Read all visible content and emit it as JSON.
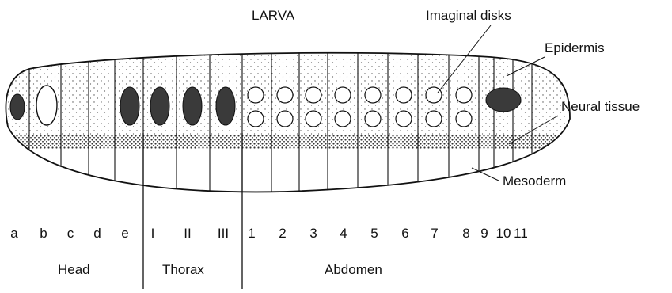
{
  "title": "LARVA",
  "labels": {
    "imaginal_disks": "Imaginal disks",
    "epidermis": "Epidermis",
    "neural_tissue": "Neural tissue",
    "mesoderm": "Mesoderm"
  },
  "segments": [
    "a",
    "b",
    "c",
    "d",
    "e",
    "I",
    "II",
    "III",
    "1",
    "2",
    "3",
    "4",
    "5",
    "6",
    "7",
    "8",
    "9",
    "10",
    "11"
  ],
  "regions": {
    "head": "Head",
    "thorax": "Thorax",
    "abdomen": "Abdomen"
  },
  "colors": {
    "stroke": "#111111",
    "disk_fill": "#3a3a3a",
    "stipple": "#555555"
  }
}
